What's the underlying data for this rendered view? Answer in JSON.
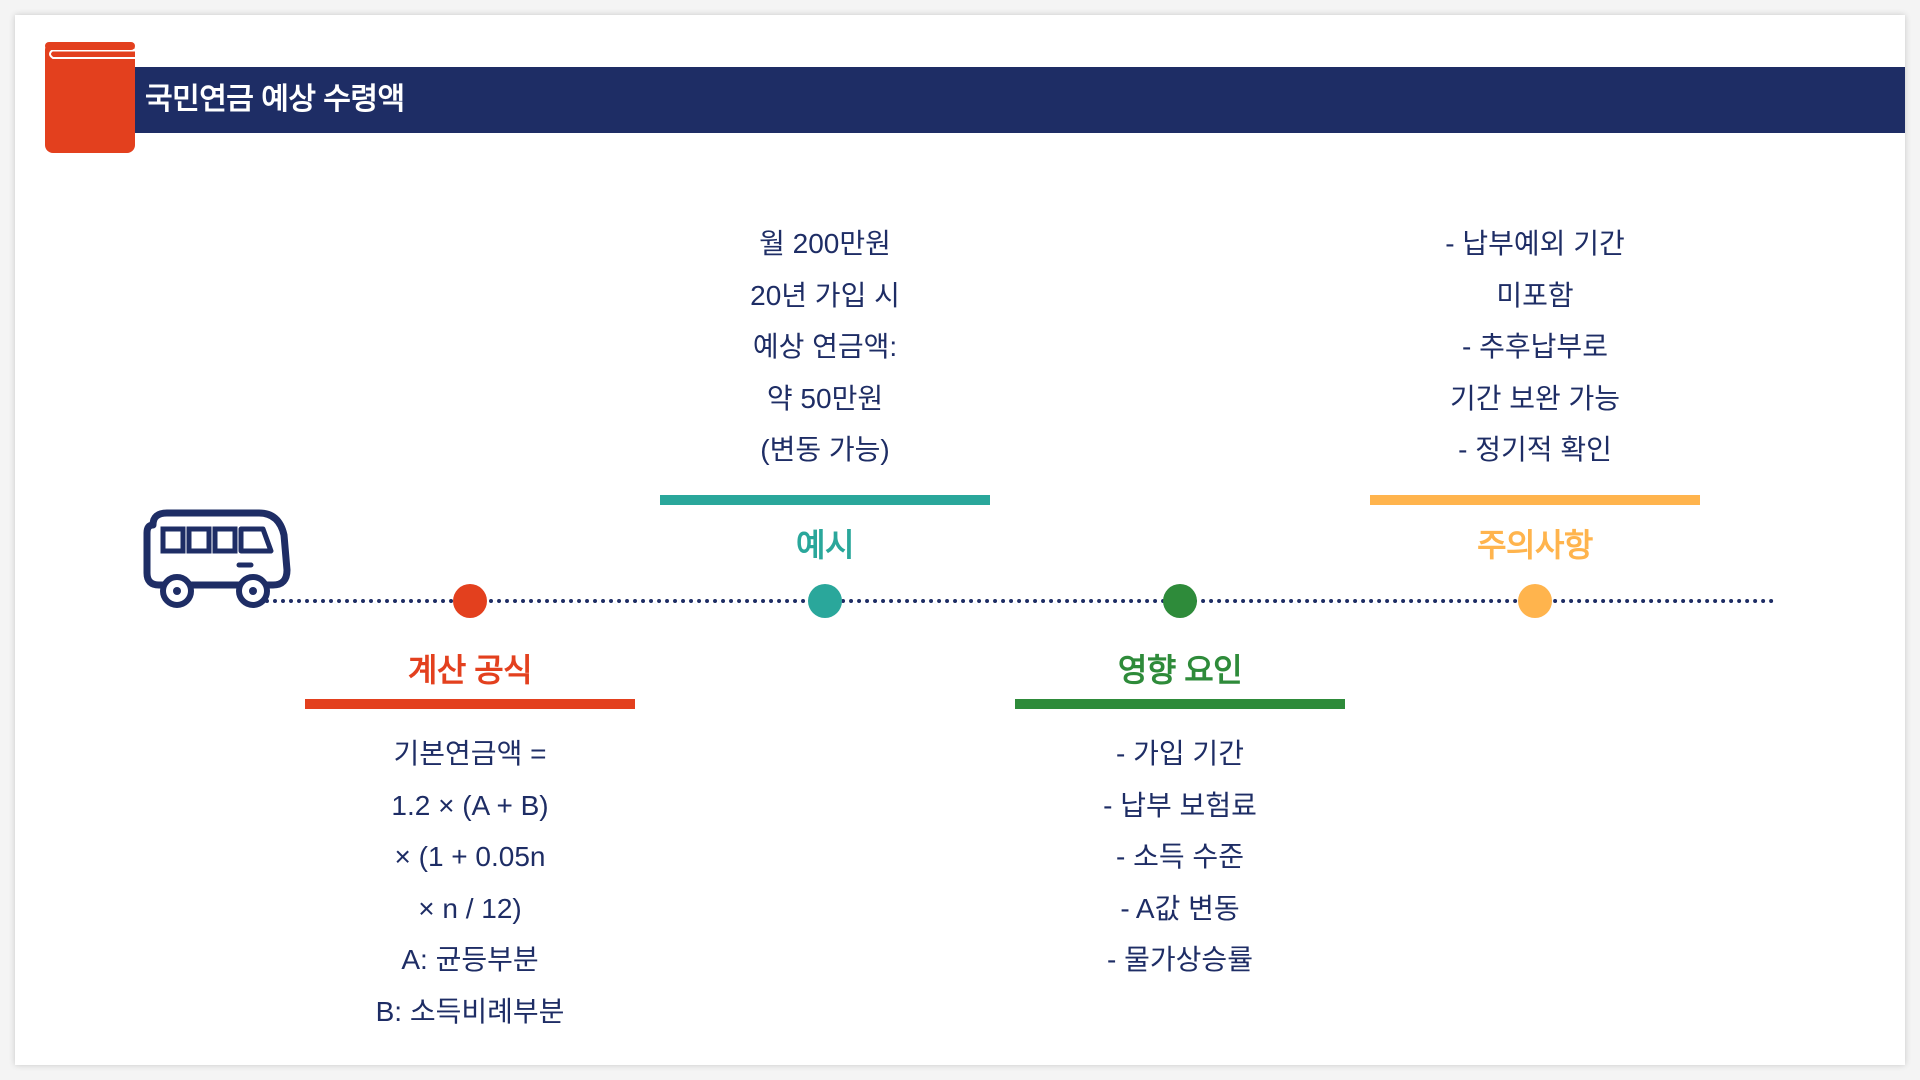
{
  "header": {
    "title": "국민연금 예상 수령액",
    "icon": "book-icon",
    "bar_color": "#1e2d65",
    "icon_color": "#e3401e"
  },
  "timeline": {
    "start_icon": "bus-icon",
    "line_color": "#1e2d65"
  },
  "stages": [
    {
      "key": "formula",
      "title": "계산 공식",
      "color": "#e3401e",
      "lines": [
        "기본연금액 =",
        "1.2 × (A + B)",
        "× (1 + 0.05n",
        "× n / 12)",
        "A: 균등부분",
        "B: 소득비례부분"
      ]
    },
    {
      "key": "example",
      "title": "예시",
      "color": "#2aa79b",
      "lines": [
        "월 200만원",
        "20년 가입 시",
        "예상 연금액:",
        "약 50만원",
        "(변동 가능)"
      ]
    },
    {
      "key": "factors",
      "title": "영향 요인",
      "color": "#2e8b3a",
      "lines": [
        "- 가입 기간",
        "- 납부 보험료",
        "- 소득 수준",
        "- A값 변동",
        "- 물가상승률"
      ]
    },
    {
      "key": "cautions",
      "title": "주의사항",
      "color": "#ffb44d",
      "lines": [
        "- 납부예외 기간",
        "미포함",
        "- 추후납부로",
        "기간 보완 가능",
        "- 정기적 확인"
      ]
    }
  ]
}
